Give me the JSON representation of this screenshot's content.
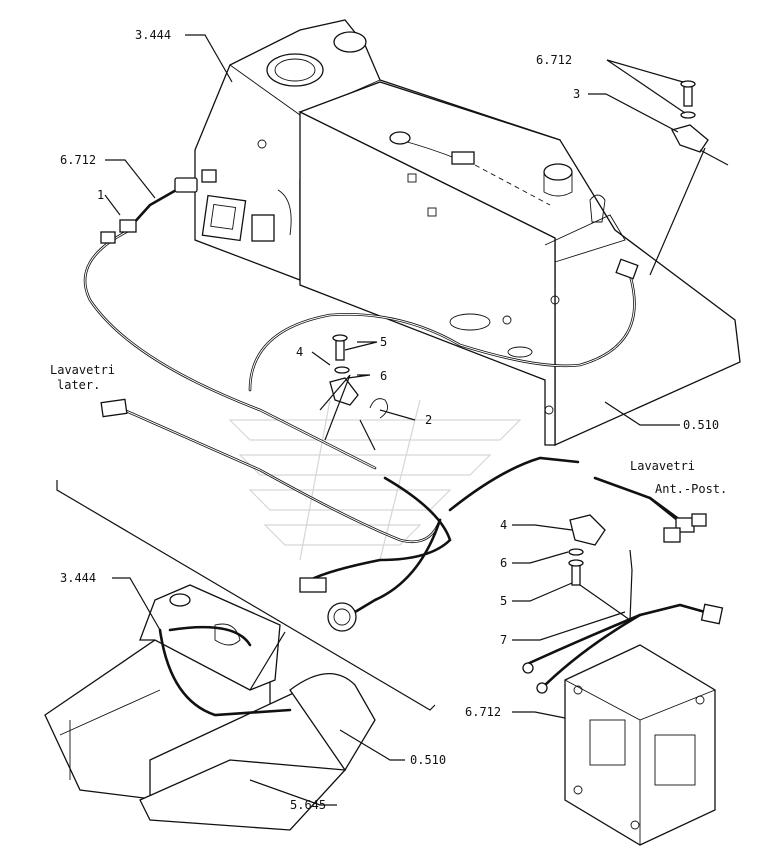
{
  "labels": {
    "tank_top": "3.444",
    "bolt_top_ref": "6.712",
    "bracket_top": "3",
    "hose_left_ref": "6.712",
    "connector_left": "1",
    "bolt_mid": "5",
    "clip_mid": "4",
    "washer_mid": "6",
    "hose_clip": "2",
    "lavavetri_lat_line1": "Lavavetri",
    "lavavetri_lat_line2": "later.",
    "tank_right": "0.510",
    "lavavetri_ant_line1": "Lavavetri",
    "lavavetri_ant_line2": "Ant.-Post.",
    "clip_bottom": "4",
    "washer_bottom": "6",
    "bolt_bottom": "5",
    "harness_bottom": "7",
    "bracket_ref": "6.712",
    "overview_tank": "3.444",
    "overview_hood": "0.510",
    "overview_frame": "5.645"
  }
}
